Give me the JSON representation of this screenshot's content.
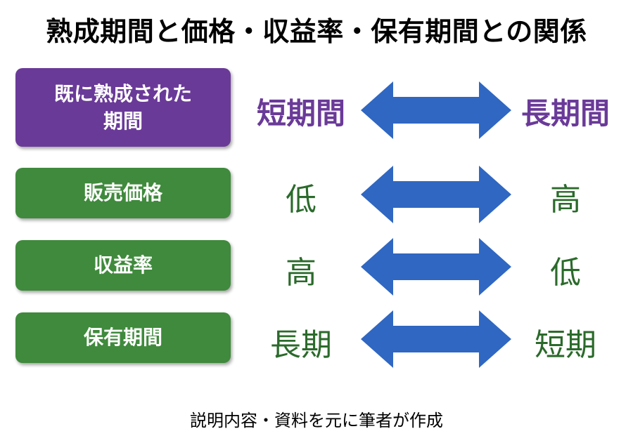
{
  "title": "熟成期間と価格・収益率・保有期間との関係",
  "colors": {
    "purple": "#6a3a98",
    "green": "#3f8a3c",
    "arrow_blue": "#2f67c2",
    "green_text": "#2b6a2b"
  },
  "header_row": {
    "label": "既に熟成された\n期間",
    "left": "短期間",
    "right": "長期間"
  },
  "rows": [
    {
      "label": "販売価格",
      "left": "低",
      "right": "高"
    },
    {
      "label": "収益率",
      "left": "高",
      "right": "低"
    },
    {
      "label": "保有期間",
      "left": "長期",
      "right": "短期"
    }
  ],
  "arrow_icon": "double-headed-arrow-icon",
  "footer": "説明内容・資料を元に筆者が作成"
}
